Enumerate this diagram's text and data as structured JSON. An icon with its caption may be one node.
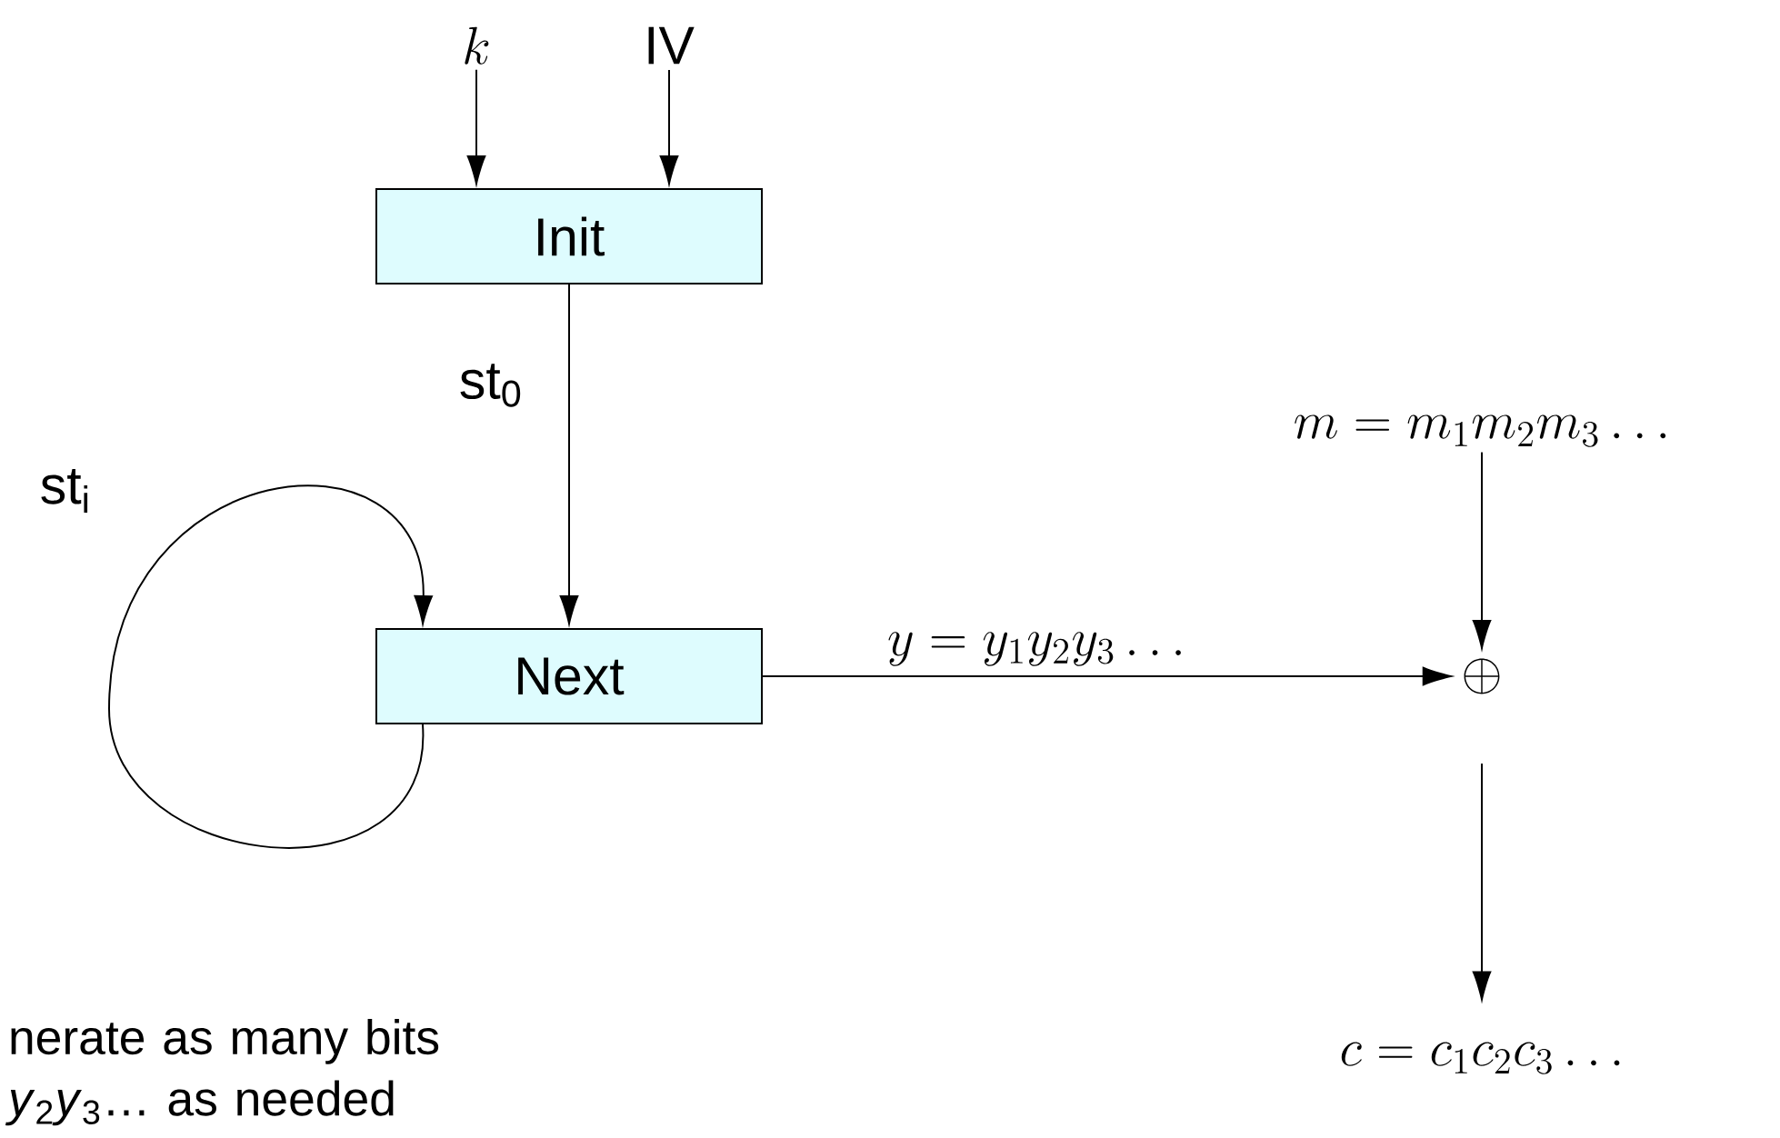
{
  "diagram": {
    "nodes": [
      {
        "text": [
          "k"
        ]
      },
      {
        "text": [
          "IV"
        ]
      },
      {
        "text": [
          "Init"
        ]
      },
      {
        "text": [
          "Next"
        ]
      },
      {
        "text": [
          "m = m_1m_2m_3\\ldots"
        ]
      },
      {
        "text": [
          "\\oplus"
        ]
      },
      {
        "text": [
          "c = c_1c_2c_3\\ldots"
        ]
      }
    ],
    "edges": [
      {
        "from": 0,
        "to": 2,
        "arrow": "to"
      },
      {
        "from": 1,
        "to": 2,
        "arrow": "to"
      },
      {
        "from": 2,
        "to": 3,
        "arrow": "to",
        "label": "st$_{0}$"
      },
      {
        "from": 3,
        "to": 3,
        "arrow": "to",
        "label": "st$_{i}$"
      },
      {
        "from": 3,
        "to": 5,
        "arrow": "to",
        "label": "y = y_1y_2y_3\\ldots"
      },
      {
        "from": 4,
        "to": 5,
        "arrow": "to"
      },
      {
        "from": 5,
        "to": 6,
        "arrow": "to"
      }
    ],
    "labels": [
      "nerate as many bits *y*$_{2}$*y*$_{3}$… as needed"
    ]
  }
}
